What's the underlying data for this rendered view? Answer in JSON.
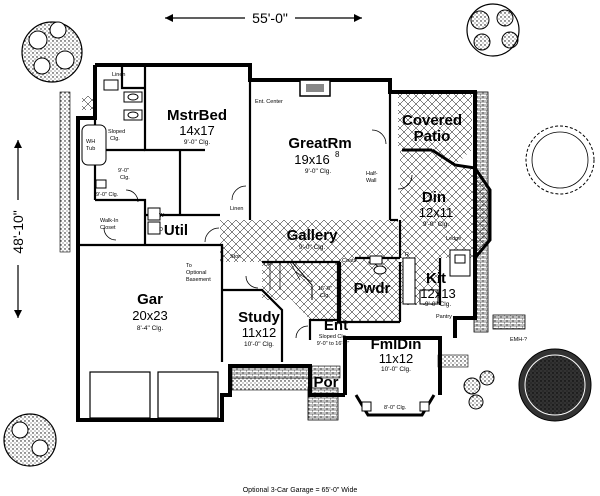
{
  "dimensions": {
    "width": "55'-0\"",
    "depth": "48'-10\""
  },
  "rooms": {
    "mstr": {
      "name": "MstrBed",
      "size": "14x17",
      "clg": "9'-0\" Clg."
    },
    "great": {
      "name": "GreatRm",
      "size": "19x16",
      "size_sup": "8",
      "clg": "9'-0\" Clg."
    },
    "patio": {
      "line1": "Covered",
      "line2": "Patio"
    },
    "din": {
      "name": "Din",
      "size": "12x11",
      "clg": "9'-0\" Clg."
    },
    "gallery": {
      "name": "Gallery",
      "clg": "9'-0\" Clg."
    },
    "kit": {
      "name": "Kit",
      "size": "12x13",
      "clg": "9'-0\" Clg."
    },
    "util": {
      "name": "Util"
    },
    "pwdr": {
      "name": "Pwdr"
    },
    "gar": {
      "name": "Gar",
      "size": "20x23",
      "clg": "8'-4\" Clg."
    },
    "study": {
      "name": "Study",
      "size": "11x12",
      "clg": "10'-0\" Clg."
    },
    "ent": {
      "name": "Ent",
      "clg1": "Sloped Clg.",
      "clg2": "9'-0\" to 16'-0\""
    },
    "fmldin": {
      "name": "FmlDin",
      "size": "11x12",
      "clg": "10'-0\" Clg."
    },
    "por": {
      "name": "Por"
    }
  },
  "notes": {
    "linen_top": "Linen",
    "ent_center": "Ent. Center",
    "sloped1": "Sloped",
    "sloped2": "Clg.",
    "wh_tub1": "WH",
    "wh_tub2": "Tub",
    "clg_9a": "9'-0\"",
    "clg_9b": "Clg.",
    "clg_bath": "9'-0\" Clg.",
    "walkin1": "Walk-In",
    "walkin2": "Closet",
    "linen_mid": "Linen",
    "half1": "Half-",
    "half2": "Wall",
    "w": "W",
    "d": "D",
    "ledge": "Ledge",
    "stor": "Stor.",
    "up": "UP",
    "coats": "Coats",
    "to_opt1": "To",
    "to_opt2": "Optional",
    "to_opt3": "Basement",
    "stair_clg1": "16'-0\"",
    "stair_clg2": "Clg.",
    "pantry": "Pantry",
    "r": "R",
    "bay_clg": "8'-0\" Clg.",
    "footer": "Optional 3-Car Garage = 65'-0\" Wide",
    "plan_id": "EMH-?"
  }
}
